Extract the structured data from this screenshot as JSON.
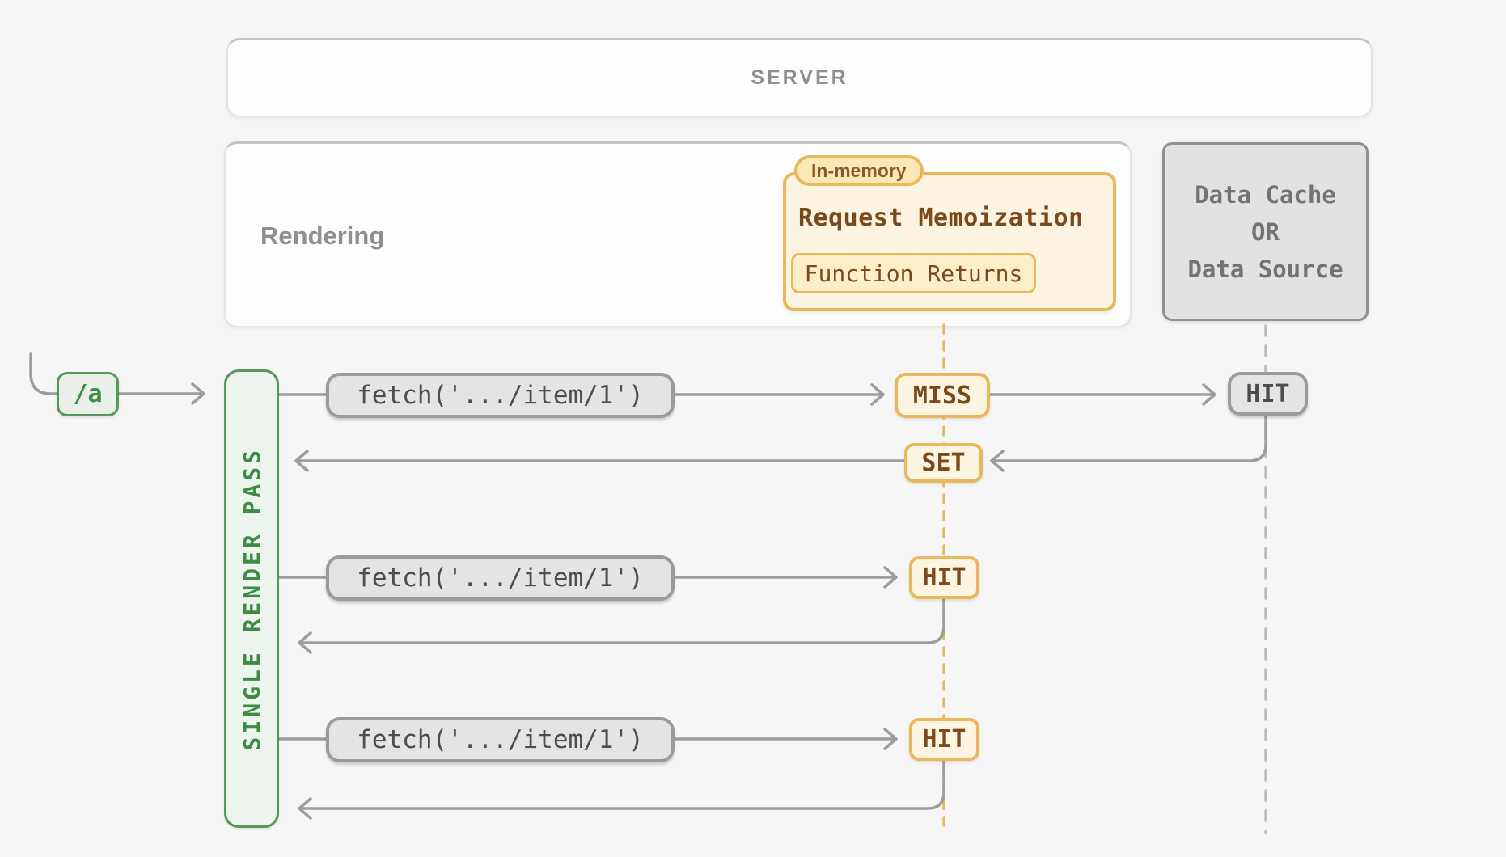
{
  "colors": {
    "accent_yellow": "#e8b95c",
    "yellow_fill": "#fdf5e1",
    "brown_text": "#7a4a1c",
    "accent_green": "#55985a",
    "green_fill": "#edf4ed",
    "green_text": "#3e8b45",
    "gray_badge_fill": "#e4e4e4",
    "gray_badge_border": "#9b9b9d",
    "muted_label": "#8f8f92",
    "wire_gray": "#9d9d9f"
  },
  "server_box": {
    "label": "SERVER"
  },
  "rendering_box": {
    "label": "Rendering"
  },
  "memoization": {
    "tag": "In-memory",
    "title": "Request Memoization",
    "inner_label": "Function Returns"
  },
  "data_store": {
    "line1": "Data Cache",
    "line2": "OR",
    "line3": "Data Source"
  },
  "route_badge": {
    "label": "/a"
  },
  "render_pass_bar": {
    "label": "SINGLE RENDER PASS"
  },
  "sequence": {
    "row1": {
      "fetch_label": "fetch('.../item/1')",
      "memo_result": "MISS",
      "cache_result": "HIT",
      "store_result": "SET"
    },
    "row2": {
      "fetch_label": "fetch('.../item/1')",
      "memo_result": "HIT"
    },
    "row3": {
      "fetch_label": "fetch('.../item/1')",
      "memo_result": "HIT"
    }
  }
}
